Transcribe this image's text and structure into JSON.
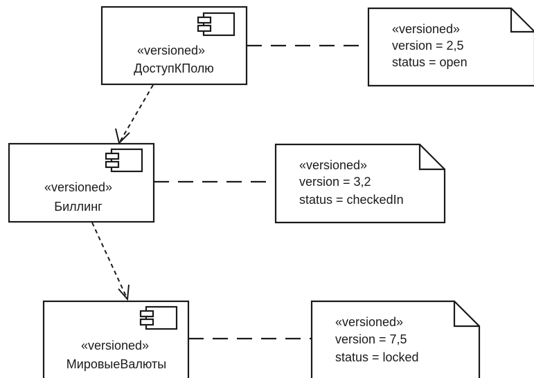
{
  "components": [
    {
      "stereotype": "«versioned»",
      "name": "ДоступКПолю"
    },
    {
      "stereotype": "«versioned»",
      "name": "Биллинг"
    },
    {
      "stereotype": "«versioned»",
      "name": "МировыеВалюты"
    }
  ],
  "notes": [
    {
      "lines": [
        "«versioned»",
        "version = 2,5",
        "status = open"
      ]
    },
    {
      "lines": [
        "«versioned»",
        "version = 3,2",
        "status = checkedIn"
      ]
    },
    {
      "lines": [
        "«versioned»",
        "version = 7,5",
        "status = locked"
      ]
    }
  ],
  "icons": {
    "component": "component-icon"
  }
}
